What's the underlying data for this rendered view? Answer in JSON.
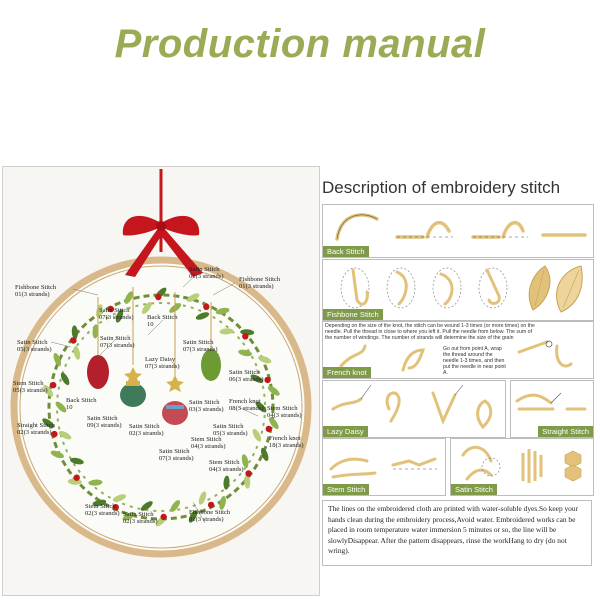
{
  "title": "Production manual",
  "description_title": "Description of embroidery stitch",
  "colors": {
    "title_green": "#9aab55",
    "tag_green": "#7f9a48",
    "ribbon_red": "#c4161c",
    "thread_gold": "#e2c27a"
  },
  "photo_labels": {
    "satin_top": "Satin Stitch",
    "satin_top_strands": "01(3 strands)",
    "fishbone_top_right": "Fishbone Stitch",
    "fishbone_top_right_strands": "01(3 strands)",
    "fishbone_left": "Fishbone Stitch",
    "fishbone_left_strands": "01(3 strands)",
    "satin_07a": "Satin Stitch",
    "satin_07a_strands": "07(3 strands)",
    "back_stitch_10": "Back Stitch",
    "back_stitch_10_strands": "10",
    "satin_left": "Satin Stitch",
    "satin_left_strands": "05(3 strands)",
    "satin_07b": "Satin Stitch",
    "satin_07b_strands": "07(3 strands)",
    "lazy_daisy": "Lazy Daisy",
    "lazy_daisy_strands": "07(3 strands)",
    "satin_07c": "Satin Stitch",
    "satin_07c_strands": "07(3 strands)",
    "satin_06": "Satin Stitch",
    "satin_06_strands": "06(3 strands)",
    "stem_left": "Stem Stitch",
    "stem_left_strands": "05(3 strands)",
    "back_stitch_left": "Back Stitch",
    "back_stitch_left_strands": "10",
    "straight_stitch": "Straight Stitch",
    "straight_stitch_strands": "02(3 strands)",
    "satin_09": "Satin Stitch",
    "satin_09_strands": "09(3 strands)",
    "satin_02": "Satin Stitch",
    "satin_02_strands": "02(3 strands)",
    "satin_03": "Satin Stitch",
    "satin_03_strands": "03(3 strands)",
    "satin_05": "Satin Stitch",
    "satin_05_strands": "05(3 strands)",
    "french_knot_08": "French knot",
    "french_knot_08_strands": "08(3 strands)",
    "stem_right_top": "Stem Stitch",
    "stem_right_top_strands": "04(3 strands)",
    "stem_right": "Stem Stitch",
    "stem_right_strands": "04(3 strands)",
    "french_knot_18": "French knot",
    "french_knot_18_strands": "18(3 strands)",
    "satin_right": "Satin Stitch",
    "satin_right_strands": "07(3 strands)",
    "stem_right_low": "Stem Stitch",
    "stem_right_low_strands": "04(3 strands)",
    "stem_bottom_left": "Stem Stitch",
    "stem_bottom_left_strands": "02(3 strands)",
    "satin_bottom": "Satin Stitch",
    "satin_bottom_strands": "02(3 strands)",
    "fishbone_bottom": "Fishbone Stitch",
    "fishbone_bottom_strands": "01(3 strands)"
  },
  "panels": {
    "back_stitch": {
      "label": "Back Stitch"
    },
    "fishbone": {
      "label": "Fishbone Stitch"
    },
    "french_knot": {
      "label": "French knot",
      "text_left": "Depending on the size of the knot, the stitch can be wound 1-3 times (or more times) on the needle. Pull the thread in close to where you left it. Pull the needle from below. The sum of the number of windings. The number of strands will determine the size of the grain",
      "text_right": "Go out from point A, wrap the thread around the needle 1-3 times, and then put the needle in near point A."
    },
    "lazy_daisy": {
      "label": "Lazy Daisy"
    },
    "straight_stitch": {
      "label": "Straight Stitch"
    },
    "stem_stitch": {
      "label": "Stem Stitch"
    },
    "satin_stitch": {
      "label": "Satin Stitch"
    }
  },
  "instructions": "The lines on the embroidered cloth are printed with water-soluble dyes.So keep your hands clean during the embroidery process,Avoid water. Embroidered works can be placed in room temperature water immersion 5 minutes or so, the line will be slowlyDisappear. After the pattern disappears, rinse the workHang to dry (do not wring)."
}
